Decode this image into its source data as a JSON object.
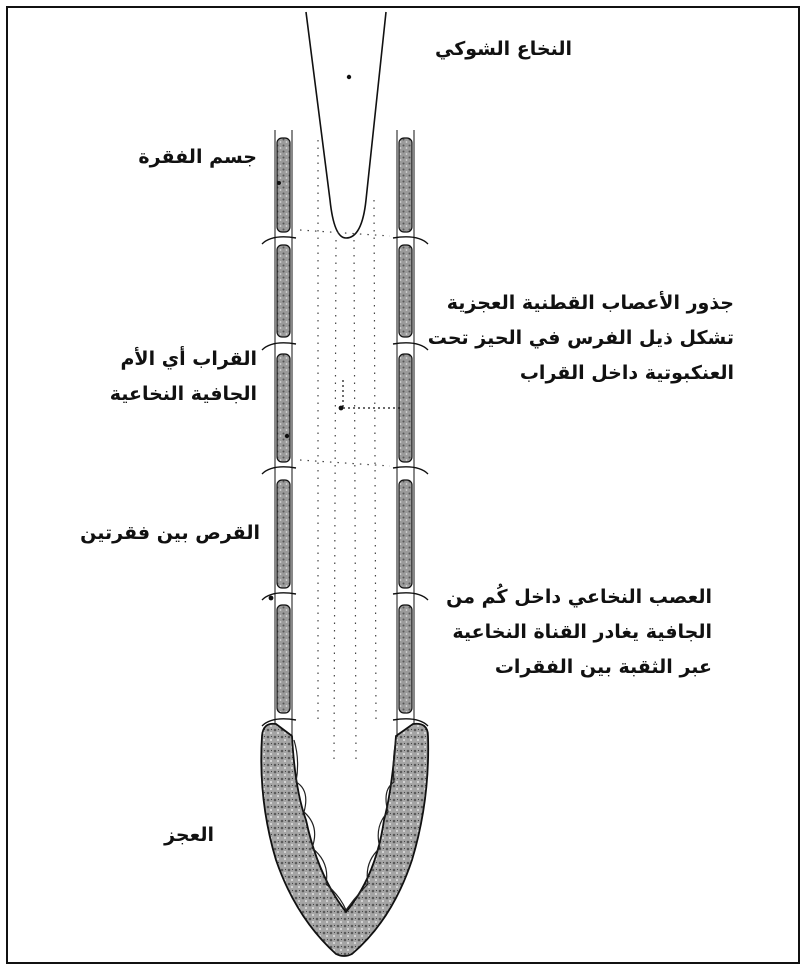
{
  "labels": {
    "spinal_cord": "النخاع الشوكي",
    "vertebral_body": "جسم الفقرة",
    "dural_sheath": [
      "القراب أي الأم",
      "الجافية النخاعية"
    ],
    "intervertebral_disc": "القرص بين فقرتين",
    "sacrum": "العجز",
    "cauda_equina": [
      "جذور الأعصاب القطنية العجزية",
      "تشكل ذيل الفرس في الحيز تحت",
      "العنكبوتية داخل القراب"
    ],
    "spinal_nerve": [
      "العصب النخاعي داخل كُم من",
      "الجافية يغادر القناة النخاعية",
      "عبر الثقبة بين الفقرات"
    ]
  },
  "colors": {
    "ink": "#111111",
    "bone_fill": "#8c8c8c",
    "sacrum_fill": "#9a9a9a"
  }
}
